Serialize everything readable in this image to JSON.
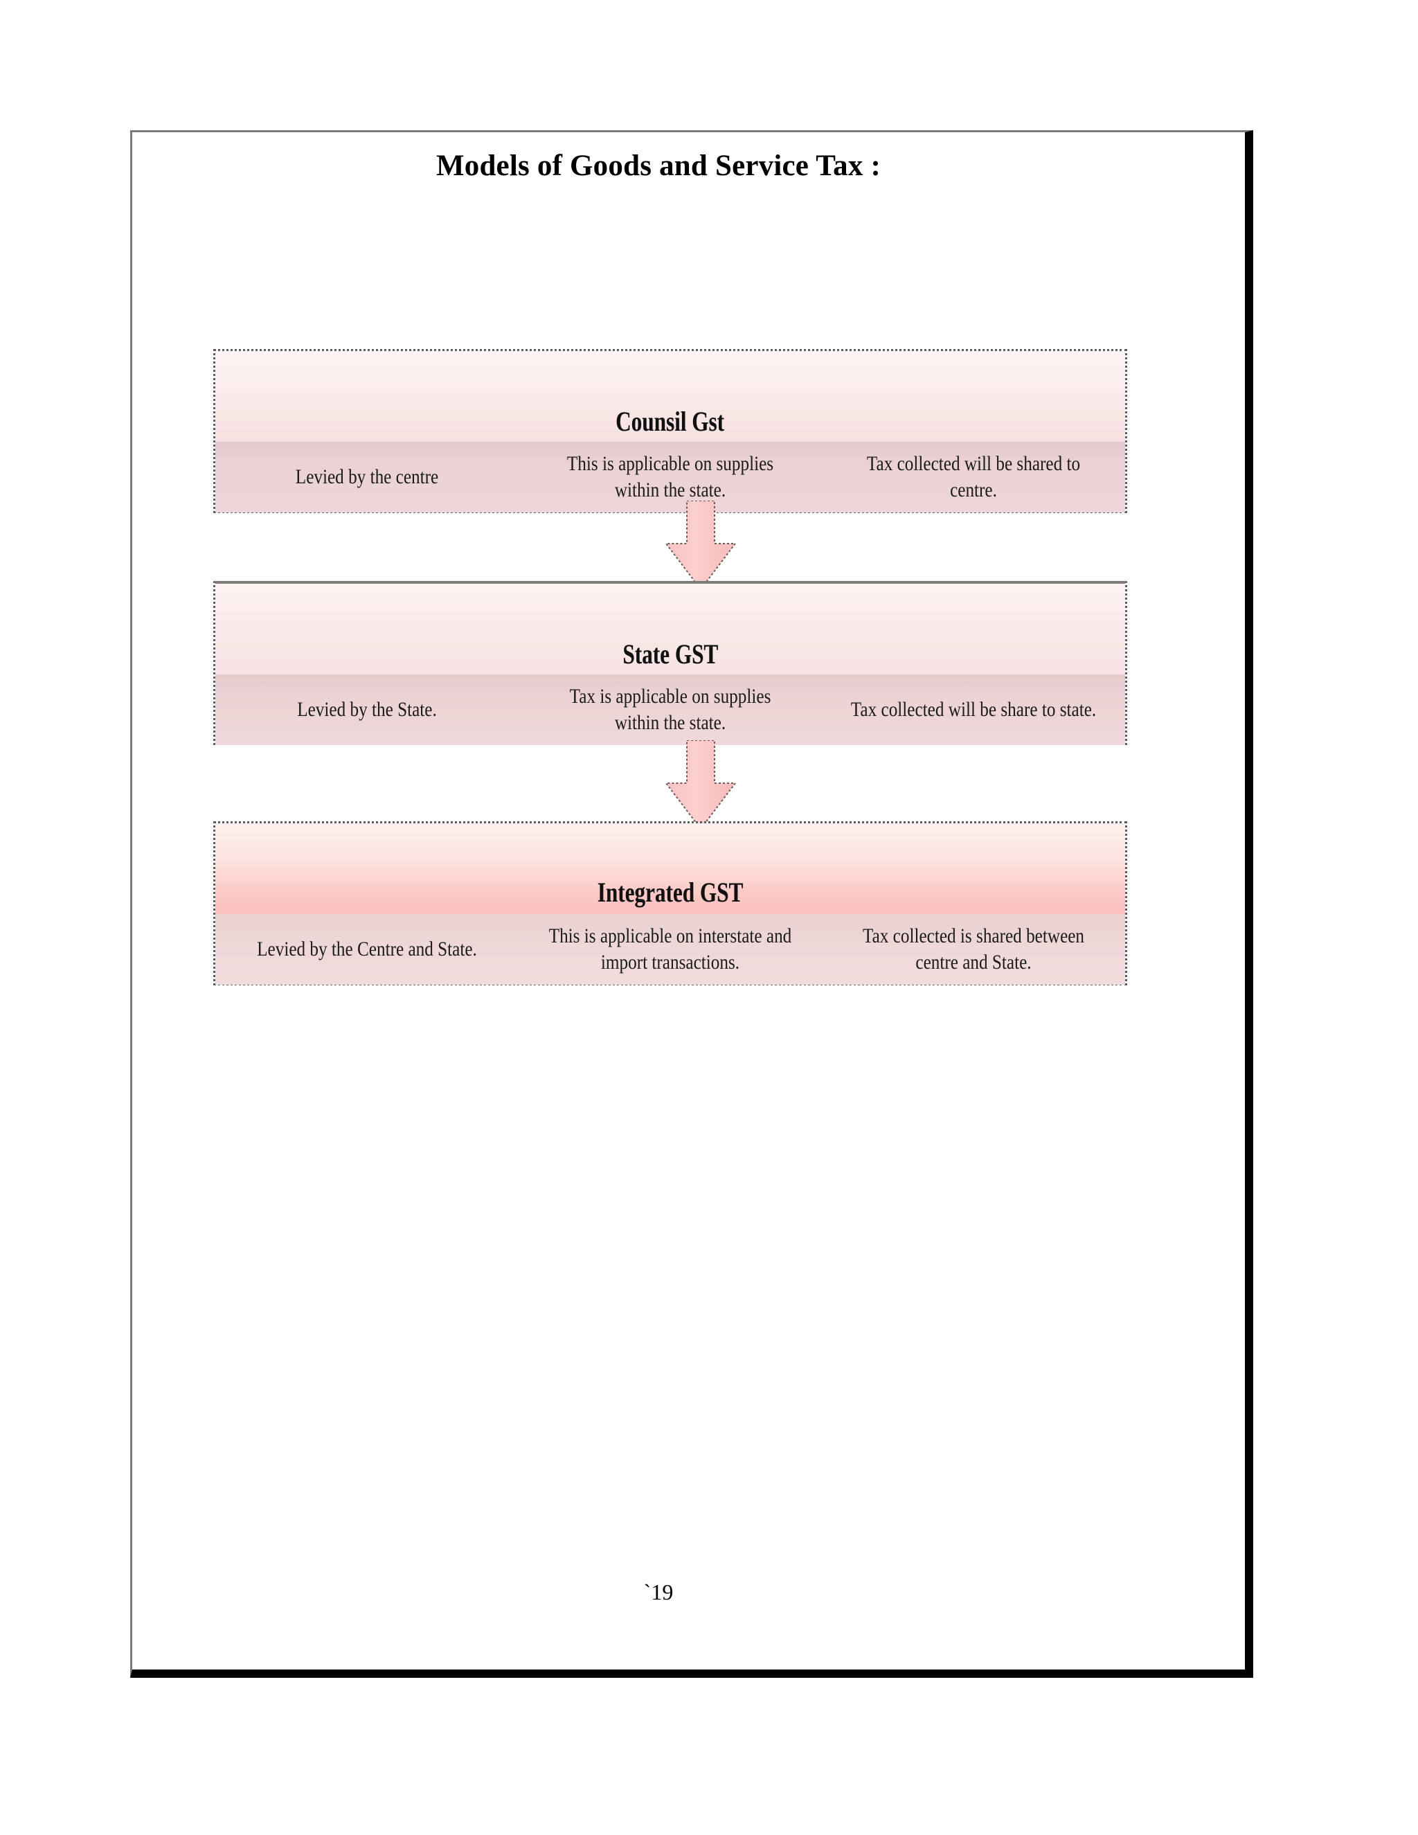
{
  "document": {
    "title": "Models of Goods and Service Tax :",
    "page_number": "`19"
  },
  "diagram": {
    "type": "flowchart-vertical",
    "arrow_icon_name": "arrow-down-icon",
    "arrow_color": "#f9b5b5",
    "boxes": [
      {
        "id": "council",
        "header": "Counsil Gst",
        "cells": [
          "Levied by the centre",
          "This is applicable on supplies within the state.",
          "Tax collected will be shared to centre."
        ]
      },
      {
        "id": "state",
        "header": "State GST",
        "cells": [
          "Levied by the State.",
          "Tax is applicable on supplies within the state.",
          "Tax collected will be share to state."
        ]
      },
      {
        "id": "integrated",
        "header": "Integrated GST",
        "cells": [
          "Levied by the Centre and State.",
          "This is applicable on interstate and import transactions.",
          "Tax  collected is shared between centre and State."
        ]
      }
    ]
  },
  "colors": {
    "box_header_light": "#fdf3f2",
    "box_header_pink": "#f9c0bf",
    "box_body_rose": "#e8cdd0",
    "border_gray": "#5d5d5d",
    "page_border_black": "#000000",
    "text_black": "#111111"
  }
}
